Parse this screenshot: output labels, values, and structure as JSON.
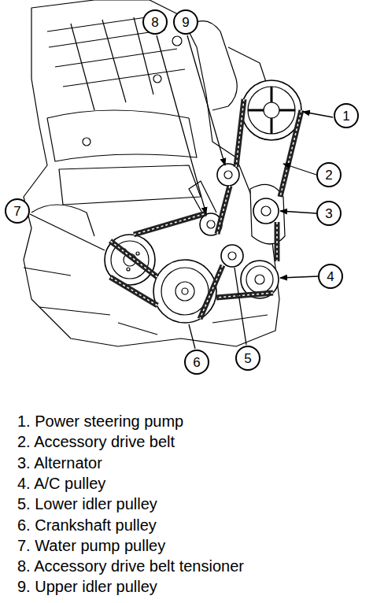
{
  "diagram": {
    "nodes": [
      {
        "text": [
          "8"
        ]
      },
      {
        "text": [
          "9"
        ]
      },
      {
        "text": [
          "1"
        ]
      },
      {
        "text": [
          "2"
        ]
      },
      {
        "text": [
          "7"
        ]
      },
      {
        "text": [
          "3"
        ]
      },
      {
        "text": [
          "4"
        ]
      },
      {
        "text": [
          "5"
        ]
      },
      {
        "text": [
          "6"
        ]
      }
    ],
    "labels": [
      "1. Power steering pump",
      "2. Accessory drive belt",
      "3. Alternator",
      "4. A/C pulley",
      "5. Lower idler pulley",
      "6. Crankshaft pulley",
      "7. Water pump pulley",
      "8. Accessory drive belt tensioner",
      "9. Upper idler pulley"
    ]
  }
}
